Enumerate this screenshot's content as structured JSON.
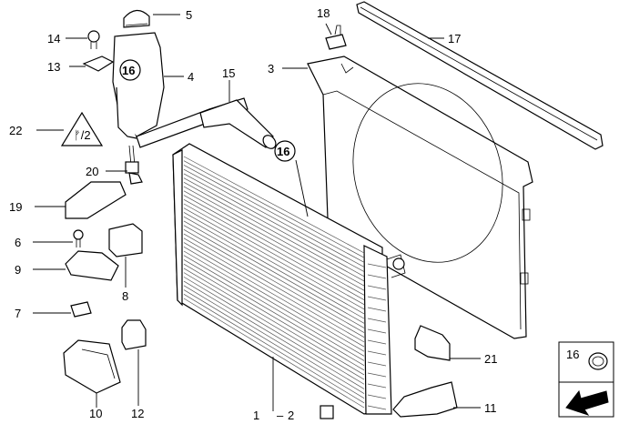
{
  "callouts": [
    {
      "label": "1"
    },
    {
      "label": "2"
    },
    {
      "label": "3"
    },
    {
      "label": "4"
    },
    {
      "label": "5"
    },
    {
      "label": "6"
    },
    {
      "label": "7"
    },
    {
      "label": "8"
    },
    {
      "label": "9"
    },
    {
      "label": "10"
    },
    {
      "label": "11"
    },
    {
      "label": "12"
    },
    {
      "label": "13"
    },
    {
      "label": "14"
    },
    {
      "label": "15"
    },
    {
      "label": "16"
    },
    {
      "label": "17"
    },
    {
      "label": "18"
    },
    {
      "label": "19"
    },
    {
      "label": "20"
    },
    {
      "label": "21"
    },
    {
      "label": "22"
    },
    {
      "label": "16"
    },
    {
      "label": "16"
    },
    {
      "label": "16"
    },
    {
      "label": "–"
    }
  ],
  "warning_label_text": "ᚠ/2",
  "legend_box": {
    "label": "16"
  },
  "colors": {
    "line": "#000000",
    "background": "#ffffff",
    "fill_grey": "#d9d9d9"
  }
}
